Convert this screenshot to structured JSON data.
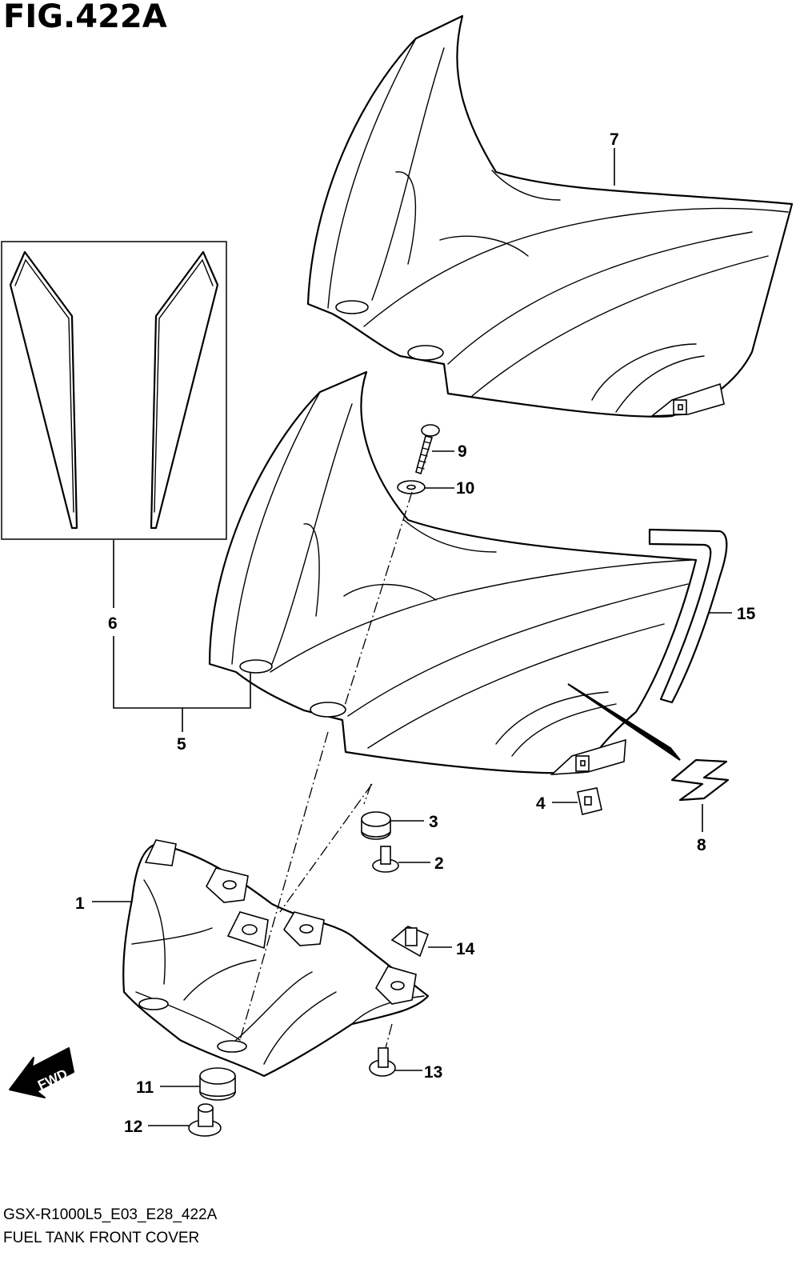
{
  "figure": {
    "title": "FIG.422A",
    "model_code": "GSX-R1000L5_E03_E28_422A",
    "caption": "FUEL TANK FRONT COVER"
  },
  "direction_badge": {
    "label": "FWD"
  },
  "callouts": {
    "c1": "1",
    "c2": "2",
    "c3": "3",
    "c4": "4",
    "c5": "5",
    "c6": "6",
    "c7": "7",
    "c8": "8",
    "c9": "9",
    "c10": "10",
    "c11": "11",
    "c12": "12",
    "c13": "13",
    "c14": "14",
    "c15": "15"
  }
}
